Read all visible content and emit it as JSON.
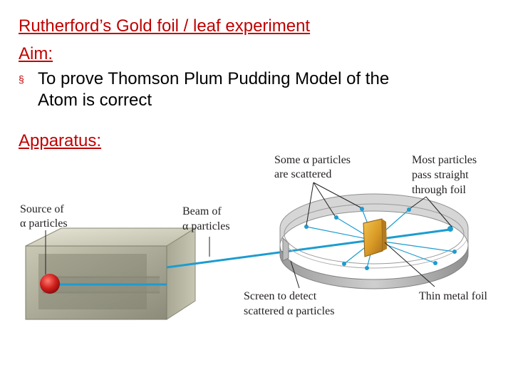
{
  "slide": {
    "title": "Rutherford’s Gold foil / leaf experiment ",
    "aim_heading": "Aim:",
    "bullet_symbol": "§",
    "bullet_text_line1": "To prove Thomson Plum Pudding Model of the",
    "bullet_text_line2": "Atom is correct",
    "apparatus_heading": "Apparatus:"
  },
  "diagram": {
    "labels": {
      "source_line1": "Source of",
      "source_line2": "α particles",
      "beam_line1": "Beam of",
      "beam_line2": "α particles",
      "scattered_line1": "Some α particles",
      "scattered_line2": "are scattered",
      "most_line1": "Most particles",
      "most_line2": "pass straight",
      "most_line3": "through foil",
      "screen_line1": "Screen to detect",
      "screen_line2": "scattered α particles",
      "foil": "Thin metal foil"
    }
  },
  "colors": {
    "heading": "#c00000",
    "body_text": "#000000",
    "beam": "#1d9ccf",
    "foil": "#d8a02c",
    "source": "#c4161c",
    "box": "#9a9a88"
  }
}
